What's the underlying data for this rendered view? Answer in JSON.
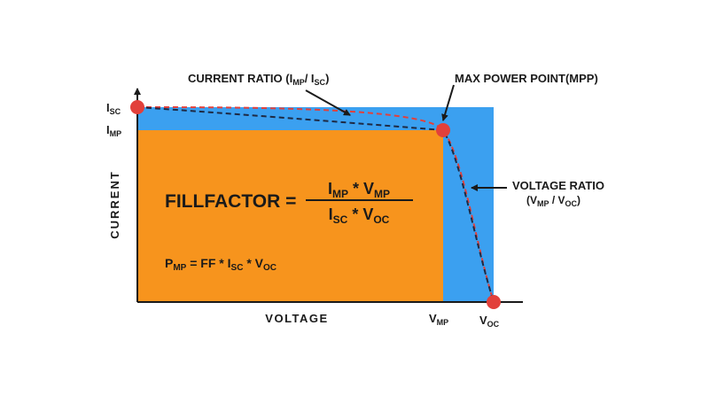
{
  "axes": {
    "y_label": "CURRENT",
    "x_label": "VOLTAGE",
    "isc": {
      "main": "I",
      "sub": "SC"
    },
    "imp": {
      "main": "I",
      "sub": "MP"
    },
    "vmp": {
      "main": "V",
      "sub": "MP"
    },
    "voc": {
      "main": "V",
      "sub": "OC"
    }
  },
  "annotations": {
    "current_ratio": {
      "prefix": "CURRENT RATIO (I",
      "sub1": "MP",
      "mid": "/ I",
      "sub2": "SC",
      "suffix": ")"
    },
    "mpp": "MAX POWER POINT(MPP)",
    "voltage_ratio": {
      "line1": "VOLTAGE RATIO",
      "prefix": "(V",
      "sub1": "MP",
      "mid": " / V",
      "sub2": "OC",
      "suffix": ")"
    }
  },
  "formula": {
    "label": "FILLFACTOR =",
    "num": {
      "i": "I",
      "i_sub": "MP",
      "op": " * V",
      "v_sub": "MP"
    },
    "den": {
      "i": "I",
      "i_sub": "SC",
      "op": " * V",
      "v_sub": "OC"
    },
    "pmp": {
      "p": "P",
      "p_sub": "MP",
      "mid": " = FF * I",
      "i_sub": "SC",
      "op": " * V",
      "v_sub": "OC"
    }
  },
  "colors": {
    "max_power_rect": "#f7941d",
    "ideal_rect": "#3ba0f0",
    "marker": "#e2403b",
    "ideal_curve": "#e2403b",
    "real_curve": "#1e2a44",
    "axis": "#1a1a1a"
  }
}
